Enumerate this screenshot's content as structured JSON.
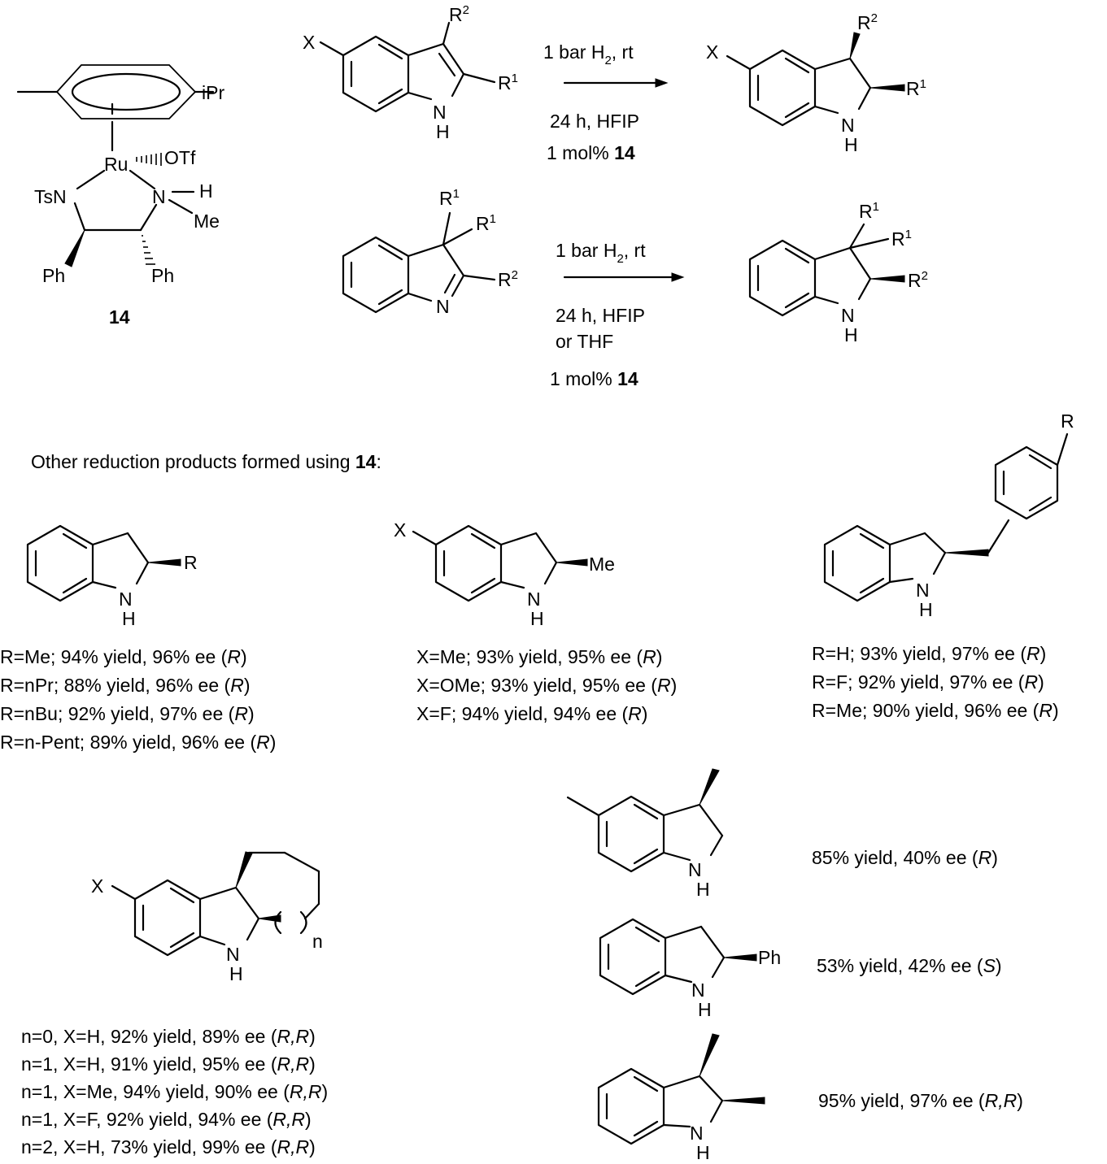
{
  "catalyst": {
    "compound_number": "14",
    "atoms": {
      "ipr": "iPr",
      "ru": "Ru",
      "otf": "OTf",
      "tsn": "TsN",
      "n": "N",
      "h": "H",
      "me": "Me",
      "ph_left": "Ph",
      "ph_right": "Ph"
    }
  },
  "reaction1": {
    "condition_top": "1 bar H",
    "condition_top_sub": "2",
    "condition_top_tail": ", rt",
    "condition_mid": "24 h, HFIP",
    "loading_prefix": "1  mol% ",
    "loading_cat": "14",
    "labels": {
      "x": "X",
      "r": "R",
      "r1_sup": "1",
      "r2_sup": "2",
      "n": "N",
      "h": "H"
    }
  },
  "reaction2": {
    "condition_top": "1 bar H",
    "condition_top_sub": "2",
    "condition_top_tail": ", rt",
    "condition_mid": "24 h, HFIP",
    "condition_mid2": "or THF",
    "loading_prefix": "1  mol% ",
    "loading_cat": "14",
    "labels": {
      "r": "R",
      "r1_sup": "1",
      "r2_sup": "2",
      "n": "N",
      "h": "H"
    }
  },
  "section_heading": {
    "prefix": "Other reduction products formed using ",
    "cat": "14",
    "suffix": ":"
  },
  "product_a": {
    "label_r": "R",
    "results": [
      {
        "pre": "R=Me; 94% yield, 96% ee (",
        "cfg": "R",
        "post": ")"
      },
      {
        "pre": "R=nPr; 88% yield, 96% ee (",
        "cfg": "R",
        "post": ")"
      },
      {
        "pre": "R=nBu; 92% yield, 97% ee (",
        "cfg": "R",
        "post": ")"
      },
      {
        "pre": "R=n-Pent; 89% yield, 96% ee (",
        "cfg": "R",
        "post": ")"
      }
    ]
  },
  "product_b": {
    "label_x": "X",
    "label_me": "Me",
    "results": [
      {
        "pre": "X=Me; 93% yield, 95% ee (",
        "cfg": "R",
        "post": ")"
      },
      {
        "pre": "X=OMe; 93% yield, 95% ee (",
        "cfg": "R",
        "post": ")"
      },
      {
        "pre": "X=F; 94% yield, 94% ee (",
        "cfg": "R",
        "post": ")"
      }
    ]
  },
  "product_c": {
    "label_r": "R",
    "results": [
      {
        "pre": "R=H; 93% yield, 97% ee (",
        "cfg": "R",
        "post": ")"
      },
      {
        "pre": "R=F; 92% yield, 97% ee (",
        "cfg": "R",
        "post": ")"
      },
      {
        "pre": "R=Me; 90% yield, 96% ee (",
        "cfg": "R",
        "post": ")"
      }
    ]
  },
  "product_d": {
    "label_x": "X",
    "label_n": "n",
    "results": [
      {
        "pre": "n=0, X=H, 92% yield, 89% ee (",
        "cfg": "R,R",
        "post": ")"
      },
      {
        "pre": "n=1, X=H, 91% yield, 95% ee (",
        "cfg": "R,R",
        "post": ")"
      },
      {
        "pre": "n=1, X=Me, 94% yield, 90% ee (",
        "cfg": "R,R",
        "post": ")"
      },
      {
        "pre": "n=1, X=F, 92% yield, 94% ee (",
        "cfg": "R,R",
        "post": ")"
      },
      {
        "pre": "n=2, X=H, 73% yield, 99% ee (",
        "cfg": "R,R",
        "post": ")"
      }
    ]
  },
  "product_e": {
    "pre": "85% yield, 40% ee (",
    "cfg": "R",
    "post": ")"
  },
  "product_f": {
    "label_ph": "Ph",
    "pre": "53% yield, 42% ee (",
    "cfg": "S",
    "post": ")"
  },
  "product_g": {
    "pre": "95% yield, 97% ee (",
    "cfg": "R,R",
    "post": ")"
  },
  "common": {
    "n": "N",
    "h": "H"
  }
}
